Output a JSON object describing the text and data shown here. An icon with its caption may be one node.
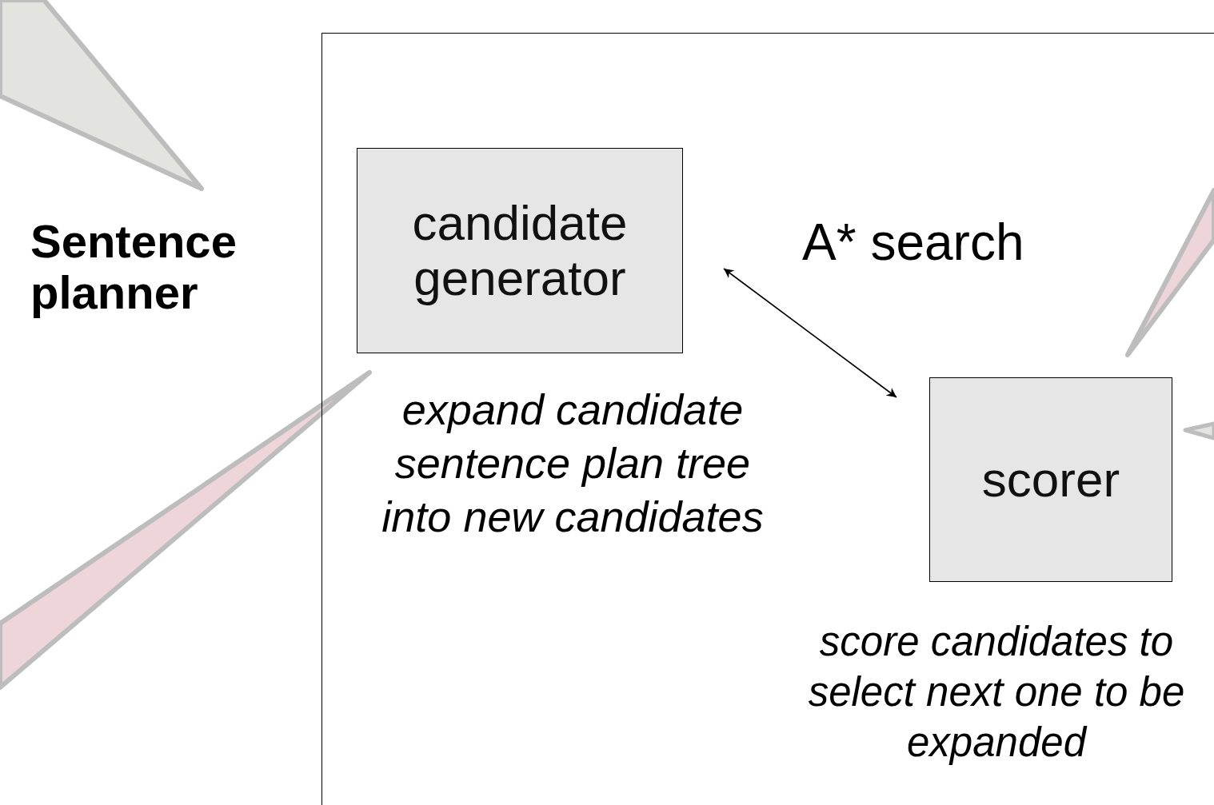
{
  "diagram": {
    "nodes": [
      {
        "text": [
          "Sentence planner"
        ]
      },
      {
        "text": [
          "candidate generator"
        ],
        "in": 0,
        "beside": [
          "expand candidate sentence plan tree into new candidates"
        ]
      },
      {
        "text": [
          "scorer"
        ],
        "in": 0,
        "beside": [
          "score candidates to select next one to be expanded"
        ]
      }
    ],
    "edges": [
      {
        "from": 1,
        "to": 2,
        "arrow": "both"
      }
    ],
    "labels": [
      "A* search"
    ]
  }
}
